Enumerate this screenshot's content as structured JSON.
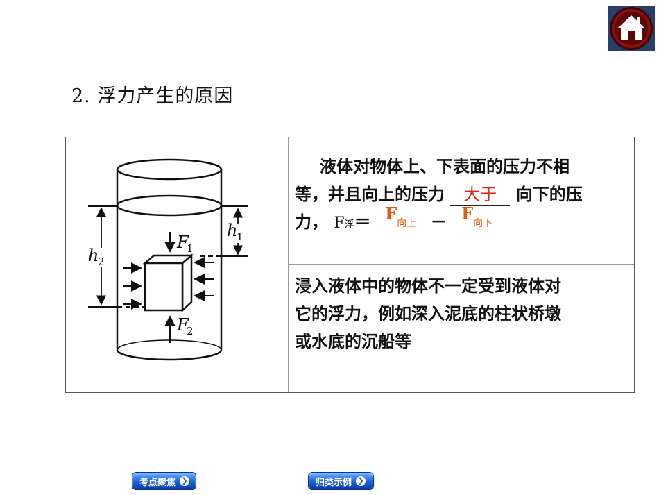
{
  "section": {
    "heading": "2. 浮力产生的原因"
  },
  "diagram": {
    "labels": {
      "h1": "h",
      "h1_sub": "1",
      "h2": "h",
      "h2_sub": "2",
      "f1": "F",
      "f1_sub": "1",
      "f2": "F",
      "f2_sub": "2"
    }
  },
  "cause": {
    "line1": "液体对物体上、下表面的压力不相",
    "line2_pre": "等，并且向上的压力 ",
    "line2_answer": "大于",
    "line2_post": " 向下的压",
    "line3_pre": "力，",
    "formula_f": "F",
    "formula_f_sub": "浮",
    "formula_eq": "＝",
    "ans1_f": "F",
    "ans1_sub": "向上",
    "minus": "－",
    "ans2_f": "F",
    "ans2_sub": "向下"
  },
  "note": {
    "line1": "浸入液体中的物体不一定受到液体对",
    "line2": "它的浮力，例如深入泥底的柱状桥墩",
    "line3": "或水底的沉船等"
  },
  "nav": {
    "btn1": "考点聚焦",
    "btn2": "归类示例"
  },
  "colors": {
    "answer": "#e0201a",
    "formula": "#e05a12",
    "button": "#1c5fd6",
    "home_bg": "#5a0808"
  }
}
